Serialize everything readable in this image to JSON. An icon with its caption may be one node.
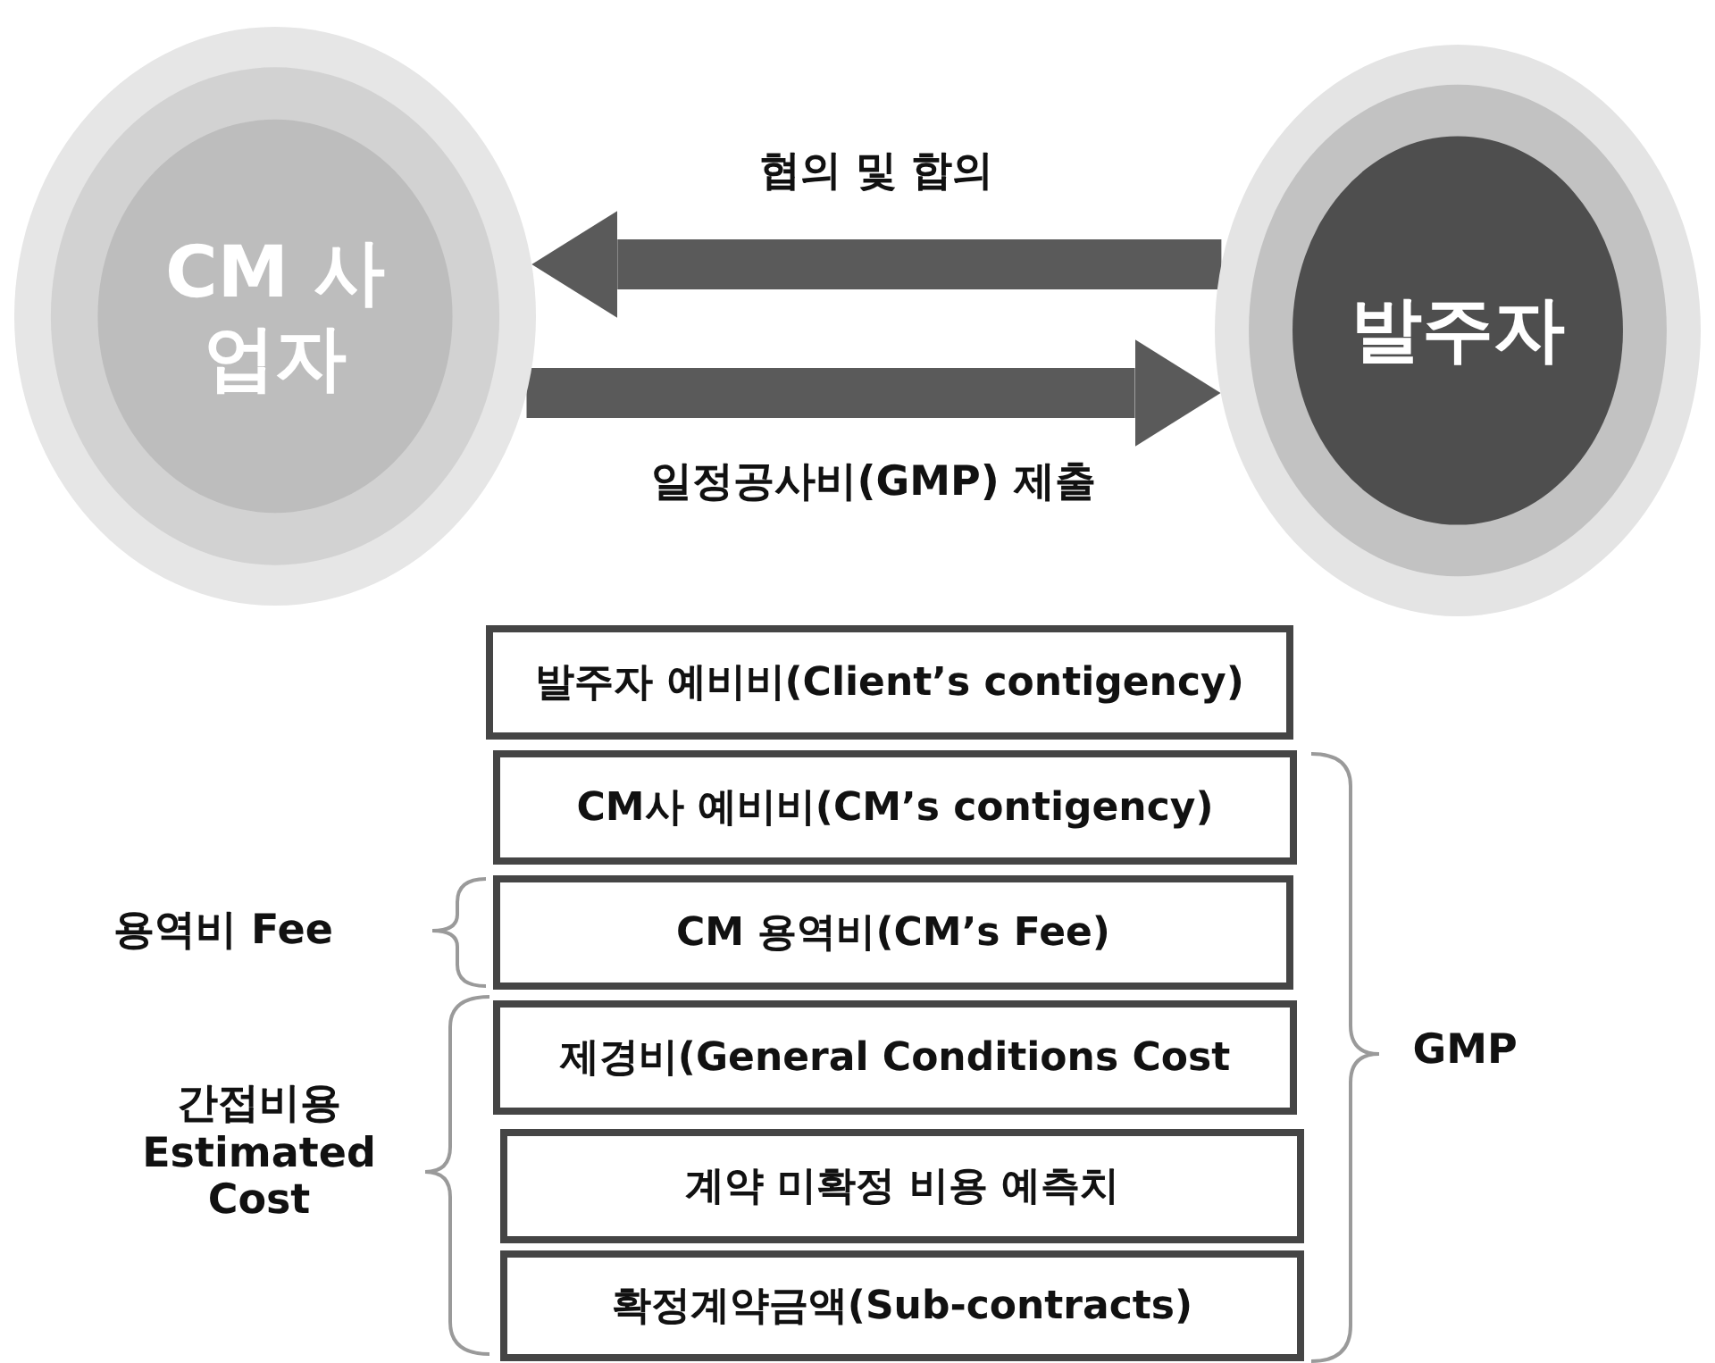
{
  "diagram": {
    "nodes": [
      {
        "text": [
          "CM 사업자"
        ]
      },
      {
        "text": [
          "발주자"
        ]
      },
      {
        "text": [
          "발주자 예비비(Client’s contigency)"
        ]
      },
      {
        "text": [
          "CM사 예비비(CM’s contigency)"
        ]
      },
      {
        "text": [
          "CM 용역비(CM’s Fee)"
        ]
      },
      {
        "text": [
          "제경비(General Conditions Cost"
        ]
      },
      {
        "text": [
          "계약 미확정 비용 예측치"
        ]
      },
      {
        "text": [
          "확정계약금액(Sub-contracts)"
        ]
      }
    ],
    "edges": [
      {
        "from": 1,
        "to": 0,
        "arrow": "to",
        "label": "협의 및 합의"
      },
      {
        "from": 0,
        "to": 1,
        "arrow": "to",
        "label": "일정공사비(GMP) 제출"
      }
    ],
    "labels": [
      "용역비 Fee",
      "간접비용 Estimated Cost",
      "GMP"
    ]
  }
}
